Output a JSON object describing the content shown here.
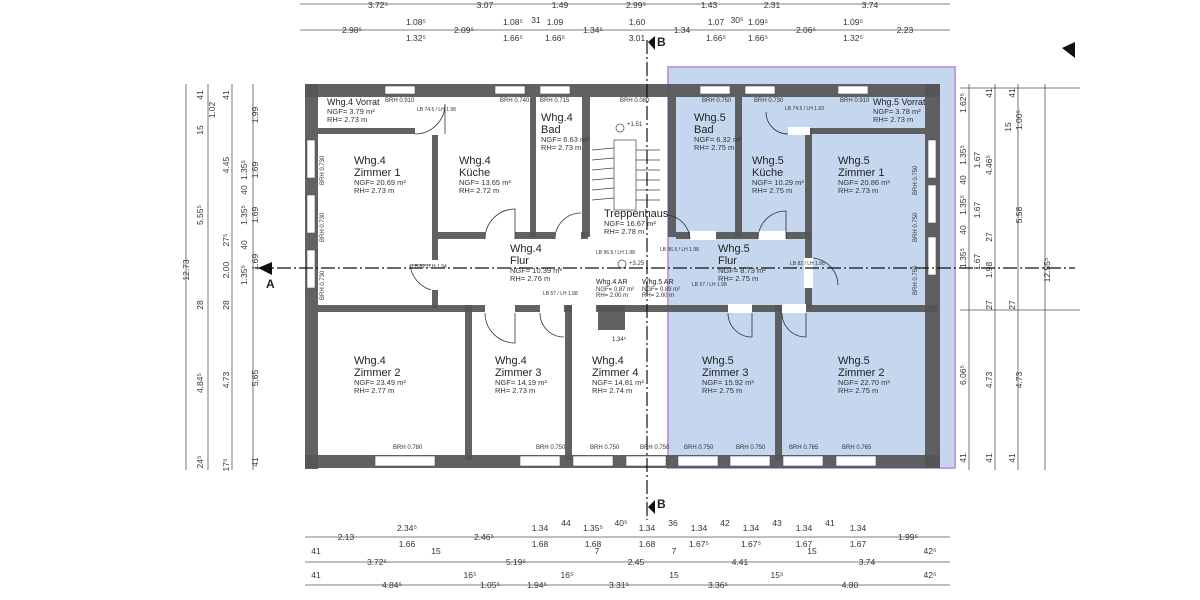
{
  "highlight": {
    "fill": "#7fa7d9",
    "border": "#c79be0"
  },
  "section_markers": {
    "a": "A",
    "b_top": "B",
    "b_bottom": "B"
  },
  "rooms": [
    {
      "id": "w4-vorrat",
      "name1": "Whg.4 Vorrat",
      "name2": "",
      "ngf": "NGF= 3.79 m²",
      "rh": "RH= 2.73 m"
    },
    {
      "id": "w4-zimmer1",
      "name1": "Whg.4",
      "name2": "Zimmer 1",
      "ngf": "NGF= 20.69 m²",
      "rh": "RH= 2.73 m"
    },
    {
      "id": "w4-kueche",
      "name1": "Whg.4",
      "name2": "Küche",
      "ngf": "NGF= 13.65 m²",
      "rh": "RH= 2.72 m"
    },
    {
      "id": "w4-bad",
      "name1": "Whg.4",
      "name2": "Bad",
      "ngf": "NGF= 6.63 m²",
      "rh": "RH= 2.73 m"
    },
    {
      "id": "treppenhaus",
      "name1": "Treppenhaus",
      "name2": "",
      "ngf": "NGF= 16.67 m²",
      "rh": "RH= 2.78 m"
    },
    {
      "id": "w4-flur",
      "name1": "Whg.4",
      "name2": "Flur",
      "ngf": "NGF= 10.39 m²",
      "rh": "RH= 2.76 m"
    },
    {
      "id": "w4-ar",
      "name1": "Whg.4 AR",
      "name2": "",
      "ngf": "NGF= 0.87 m²",
      "rh": "RH= 2.00 m"
    },
    {
      "id": "w5-ar",
      "name1": "Whg.5 AR",
      "name2": "",
      "ngf": "NGF= 0.89 m²",
      "rh": "RH= 2.00 m"
    },
    {
      "id": "w4-zimmer2",
      "name1": "Whg.4",
      "name2": "Zimmer 2",
      "ngf": "NGF= 23.49 m²",
      "rh": "RH= 2.77 m"
    },
    {
      "id": "w4-zimmer3",
      "name1": "Whg.4",
      "name2": "Zimmer 3",
      "ngf": "NGF= 14.19 m²",
      "rh": "RH= 2.73 m"
    },
    {
      "id": "w4-zimmer4",
      "name1": "Whg.4",
      "name2": "Zimmer 4",
      "ngf": "NGF= 14.81 m²",
      "rh": "RH= 2.74 m"
    },
    {
      "id": "w5-bad",
      "name1": "Whg.5",
      "name2": "Bad",
      "ngf": "NGF= 6.32 m²",
      "rh": "RH= 2.75 m"
    },
    {
      "id": "w5-kueche",
      "name1": "Whg.5",
      "name2": "Küche",
      "ngf": "NGF= 10.29 m²",
      "rh": "RH= 2.75 m"
    },
    {
      "id": "w5-vorrat",
      "name1": "Whg.5 Vorrat",
      "name2": "",
      "ngf": "NGF= 3.78 m²",
      "rh": "RH= 2.73 m"
    },
    {
      "id": "w5-zimmer1",
      "name1": "Whg.5",
      "name2": "Zimmer 1",
      "ngf": "NGF= 20.86 m²",
      "rh": "RH= 2.73 m"
    },
    {
      "id": "w5-flur",
      "name1": "Whg.5",
      "name2": "Flur",
      "ngf": "NGF= 8.73 m²",
      "rh": "RH= 2.75 m"
    },
    {
      "id": "w5-zimmer3",
      "name1": "Whg.5",
      "name2": "Zimmer 3",
      "ngf": "NGF= 15.92 m²",
      "rh": "RH= 2.75 m"
    },
    {
      "id": "w5-zimmer2",
      "name1": "Whg.5",
      "name2": "Zimmer 2",
      "ngf": "NGF= 22.70 m²",
      "rh": "RH= 2.75 m"
    }
  ],
  "annotations": {
    "brh": [
      "BRH 0.910",
      "BRH 0.740",
      "BRH 0.715",
      "BRH 0.080",
      "BRH 0.750",
      "BRH 0.730",
      "BRH 0.910",
      "BRH 0.730",
      "BRH 0.730",
      "BRH 0.730",
      "BRH 0.750",
      "BRH 0.750",
      "BRH 0.750",
      "BRH 0.780",
      "BRH 0.750",
      "BRH 0.750",
      "BRH 0.750",
      "BRH 0.750",
      "BRH 0.750",
      "BRH 0.765",
      "BRH 0.765"
    ],
    "levels": [
      "+1.51",
      "+3.25"
    ],
    "stair_width": "1.34⁵",
    "doors": [
      "LB 74.5 / LH 1.98",
      "LB 74.5 / LH 1.93",
      "LB 82 / LH 1.94",
      "LB 96.5 / LH 1.98",
      "LB 96.5 / LH 1.98",
      "LB 57 / LH 1.98",
      "LB 57 / LH 1.98",
      "LB 82 / LH 1.98"
    ]
  },
  "dimensions": {
    "top_row1": [
      "3.72⁵",
      "3.07",
      "1.49",
      "2.99⁵",
      "1.43",
      "2.31",
      "3.74"
    ],
    "top_row2": [
      "2.98⁵",
      "1.08⁵",
      "1.32⁵",
      "2.09⁵",
      "1.08⁵",
      "1.66⁵",
      "31",
      "1.09",
      "1.66⁵",
      "1.34⁵",
      "1.60",
      "3.01",
      "1.34",
      "1.07",
      "1.66⁵",
      "30⁵",
      "1.09⁵",
      "1.66⁵",
      "2.06⁵",
      "1.09⁵",
      "1.32⁵",
      "2.23"
    ],
    "bottom_row1": [
      "2.13",
      "2.34⁵",
      "1.66",
      "2.46⁵",
      "1.34",
      "1.68",
      "44",
      "1.35⁵",
      "1.68",
      "40⁵",
      "1.34",
      "1.68",
      "36",
      "1.34",
      "1.67⁵",
      "42",
      "1.34",
      "1.67⁵",
      "43",
      "1.34",
      "1.67",
      "41",
      "1.34",
      "1.67",
      "1.99⁵"
    ],
    "bottom_row2": [
      "41",
      "3.72⁵",
      "15",
      "5.19⁵",
      "7",
      "2.45",
      "7",
      "4.41",
      "15",
      "3.74",
      "42⁵"
    ],
    "bottom_row3": [
      "41",
      "4.84⁵",
      "16⁵",
      "1.05⁵",
      "1.94⁵",
      "16⁵",
      "3.31⁵",
      "15",
      "3.36⁵",
      "15⁵",
      "4.80",
      "42⁵"
    ],
    "left": [
      "12.73",
      "41",
      "15",
      "5.55⁵",
      "28",
      "4.84⁵",
      "24⁵",
      "1.02",
      "41",
      "4.45",
      "27⁵",
      "2.00",
      "28",
      "4.73",
      "17⁵",
      "1.35⁵",
      "40",
      "1.35⁵",
      "40",
      "1.35⁵",
      "1.99",
      "1.69",
      "1.69",
      "1.69",
      "5.65",
      "41"
    ],
    "right": [
      "1.62⁵",
      "1.35⁵",
      "40",
      "1.35⁵",
      "40",
      "1.35⁵",
      "6.06⁵",
      "41",
      "1.67",
      "1.67",
      "1.67",
      "41",
      "4.46⁵",
      "27",
      "1.98",
      "27",
      "4.73",
      "41",
      "41",
      "15",
      "27",
      "41",
      "1.00⁵",
      "5.58",
      "4.73",
      "12.55⁵"
    ]
  }
}
